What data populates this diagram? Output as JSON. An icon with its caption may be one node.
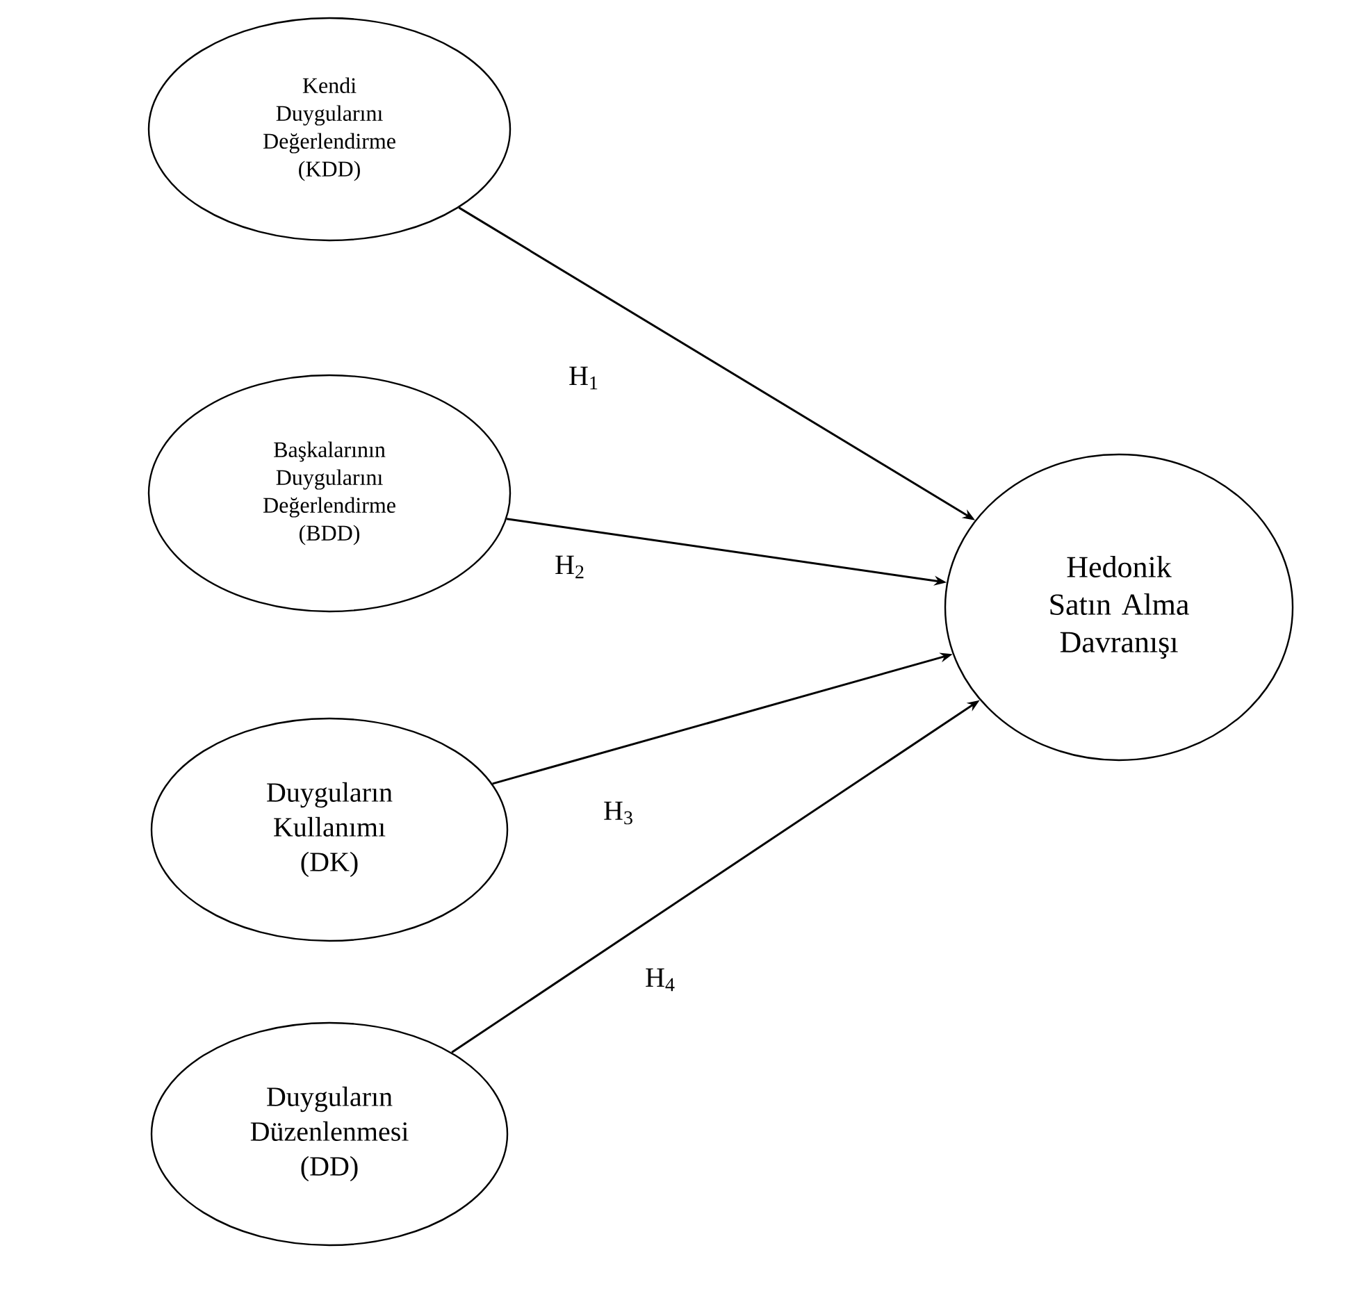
{
  "diagram": {
    "nodes": [
      {
        "text": [
          "Kendi Duygularını Değerlendirme (KDD)"
        ]
      },
      {
        "text": [
          "Başkalarının Duygularını Değerlendirme (BDD)"
        ]
      },
      {
        "text": [
          "Duyguların Kullanımı (DK)"
        ]
      },
      {
        "text": [
          "Duyguların Düzenlenmesi (DD)"
        ]
      },
      {
        "text": [
          "Hedonik Satın Alma Davranışı"
        ]
      }
    ],
    "edges": [
      {
        "from": 0,
        "to": 4,
        "arrow": "to",
        "label": "H$_{1}$"
      },
      {
        "from": 1,
        "to": 4,
        "arrow": "to",
        "label": "H$_{2}$"
      },
      {
        "from": 2,
        "to": 4,
        "arrow": "to",
        "label": "H$_{3}$"
      },
      {
        "from": 3,
        "to": 4,
        "arrow": "to",
        "label": "H$_{4}$"
      }
    ]
  }
}
